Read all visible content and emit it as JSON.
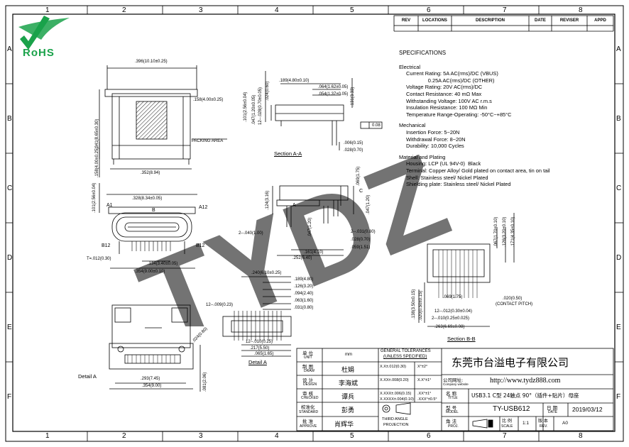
{
  "border": {
    "cols_top": [
      "1",
      "2",
      "3",
      "4",
      "5",
      "6",
      "7",
      "8"
    ],
    "cols_bottom": [
      "1",
      "2",
      "3",
      "4",
      "5",
      "6",
      "7",
      "8"
    ],
    "rows_left": [
      "A",
      "B",
      "C",
      "D",
      "E",
      "F"
    ],
    "rows_right": [
      "A",
      "B",
      "C",
      "D",
      "E",
      "F"
    ]
  },
  "logo": {
    "text": "RoHS",
    "color": "#1aa24a"
  },
  "revision_table": {
    "headers": [
      "REV",
      "LOCATIONS",
      "DESCRIPTION",
      "DATE",
      "REVISER",
      "APPD"
    ]
  },
  "specifications": {
    "title": "SPECIFICATIONS",
    "electrical_title": "Electrical",
    "electrical": [
      "Current Rating: 5A AC(rms)/DC (VBUS)",
      "               0.25A AC(rms)/DC (OTHER)",
      "Voltage Rating: 20V AC(rms)/DC",
      "Contact Resistance: 40 mΩ Max",
      "Withstanding Voltage: 100V AC r.m.s",
      "Insulation Resistance: 100 MΩ Min",
      "Temperature Range-Operating: -50°C~+85°C"
    ],
    "mechanical_title": "Mechanical",
    "mechanical": [
      "Insertion Force: 5~20N",
      "Withdrawal Force: 8~20N",
      "Durability: 10,000 Cycles"
    ],
    "material_title": "Material and Plating",
    "material": [
      "Housing: LCP (UL 94V-0)  Black",
      "Terminal: Copper Alloy/ Gold plated on contact area, tin on tail",
      "Shell: Stainless steel/ Nickel Plated",
      "Shielding plate: Stainless steel/ Nickel Plated"
    ]
  },
  "dimensions": {
    "top_width": ".396(10.10±0.25)",
    "top_depth": ".341(8.65±0.30)",
    "top_rear": ".158(4.00±0.25)",
    "top_side": ".158(4.00±0.25)",
    "packing": "PACKING AREA",
    "top_bottom_width": ".352(8.94)",
    "front_width": ".328(8.34±0.05)",
    "front_h": ".101(2.56±0.04)",
    "pin_a1": "A1",
    "pin_a12": "A12",
    "pin_b12": "B12",
    "pin_b1": "B12",
    "label_b": "B",
    "thick": "T=.012(0.30)",
    "pitch_span": ".134(3.40±0.05)",
    "foot_span": ".354(9.00±0.10)",
    "secA_dims": [
      ".101(2.56±0.04)",
      ".047(1.20±0.05)",
      "12--.028(0.70±0.05)",
      ".024(0.60)",
      ".189(4.80±0.10)",
      ".064(1.62±0.05)",
      ".054(1.37±0.05)",
      ".131(3.33)",
      ".006(0.15)",
      ".028(0.70)"
    ],
    "flat": "0.08",
    "section_a": "Section A-A",
    "side_dims": [
      ".124(3.16)",
      ".069(1.75)",
      ".047(1.20)",
      "2--.040(1.00)",
      ".047(1.20)",
      "2--.031(0.80)",
      ".028(0.70)",
      ".059(1.51)",
      ".161(4.10)",
      ".252(6.40)"
    ],
    "label_a": "A",
    "label_c": "C",
    "bottom_dims": [
      ".240(6.10±0.25)",
      ".189(4.80)",
      ".126(3.20)",
      ".094(2.40)",
      ".063(1.60)",
      ".031(0.80)",
      "12--.009(0.23)",
      "12--.010(0.25)",
      ".217(5.50)",
      ".065(1.65)"
    ],
    "detail_a": "Detail A",
    "detail_a_label": "Detail A",
    "bl_dims": [
      ".024(0.60)",
      ".293(7.45)",
      ".354(9.00)",
      ".081(2.06)"
    ],
    "secB_dims": [
      ".067(1.70±0.10)",
      ".126(3.20±0.10)",
      ".171(4.35±0.10)",
      ".138(3.50±0.15)",
      ".020(0.50±0.15)",
      ".069(1.75)",
      ".020(0.50)",
      "(CONTACT PITCH)",
      "12--.012(0.30±0.04)",
      "2--.010(0.25±0.025)",
      ".263(6.69±0.08)"
    ],
    "section_b": "Section B-B"
  },
  "title_block": {
    "unit_cn": "单  位",
    "unit_en": "UNIT",
    "unit_val": "mm",
    "draw_cn": "制  图",
    "draw_en": "DRAW",
    "draw_val": "杜娟",
    "design_cn": "设  计",
    "design_en": "DESIGN",
    "design_val": "李海斌",
    "check_cn": "审  核",
    "check_en": "CHECKED",
    "check_val": "谭兵",
    "std_cn": "校准化",
    "std_en": "STANDARD",
    "std_val": "彭勇",
    "approve_cn": "批  准",
    "approve_en": "APPROVE",
    "approve_val": "肖辉华",
    "tol_title": "GENERAL TOLERANCES",
    "tol_sub": "(UNLESS SPECIFIED)",
    "tol_rows": [
      [
        "X.X±.012(0.30)",
        "X°±2°"
      ],
      [
        "X.XX±.008(0.20)",
        "X.X°±1°"
      ],
      [
        "X.XXX±.006(0.15)",
        ".XX°±1°"
      ],
      [
        "X.XXXX±.004(0.10)",
        ".XXX°±0.5°"
      ]
    ],
    "projection_en": "THIRD ANGLE",
    "projection_en2": "PROJECTION",
    "company_cn": "东莞市台溢电子有限公司",
    "website_label": "公司网址:",
    "website_label_en": "Company website",
    "website": "http://www.tydz888.com",
    "name_cn": "名  称",
    "name_en": "TITLE",
    "name_val": "USB3.1 C型 24触点 90°（插件+贴片）母座",
    "model_cn": "型  号",
    "model_en": "MODEL",
    "model_val": "TY-USB612",
    "date_cn": "日  期",
    "date_en": "DATE",
    "date_val": "2019/03/12",
    "angle_cn": "角  法",
    "angle_en": "PROJ.",
    "scale_cn": "比 例",
    "scale_en": "SCALE",
    "scale_val": "1:1",
    "rev_cn": "版 本",
    "rev_en": "REV.",
    "rev_val": "A0"
  },
  "watermark": {
    "text": "TYDZ",
    "color": "#1e7fd8"
  }
}
